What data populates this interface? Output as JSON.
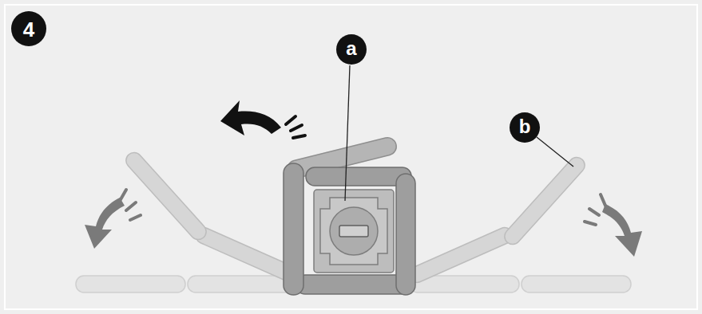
{
  "diagram": {
    "labels": [
      "4",
      "a",
      "b"
    ]
  }
}
